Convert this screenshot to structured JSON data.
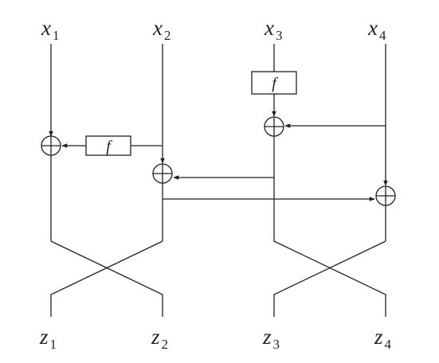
{
  "inputs": [
    {
      "var": "x",
      "sub": "1"
    },
    {
      "var": "x",
      "sub": "2"
    },
    {
      "var": "x",
      "sub": "3"
    },
    {
      "var": "x",
      "sub": "4"
    }
  ],
  "outputs": [
    {
      "var": "z",
      "sub": "1"
    },
    {
      "var": "z",
      "sub": "2"
    },
    {
      "var": "z",
      "sub": "3"
    },
    {
      "var": "z",
      "sub": "4"
    }
  ],
  "functions": [
    {
      "label": "f"
    },
    {
      "label": "f"
    }
  ]
}
